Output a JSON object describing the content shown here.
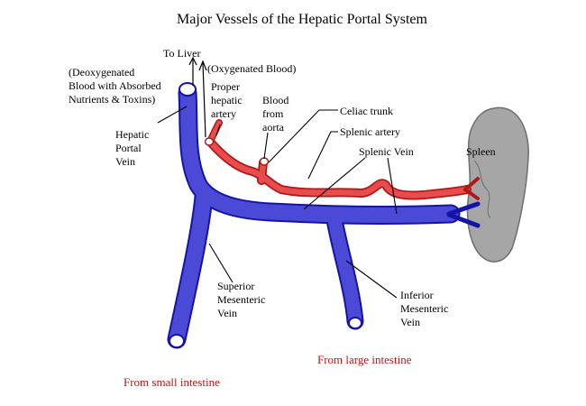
{
  "title": "Major Vessels of the Hepatic Portal System",
  "colors": {
    "vein": "#4a4ad6",
    "vein_dark": "#1414a8",
    "artery": "#e94c4c",
    "artery_dark": "#b01818",
    "spleen": "#a6a6a6",
    "spleen_dark": "#6e6e6e",
    "label_red": "#cc1111"
  },
  "labels": {
    "to_liver": "To Liver",
    "deoxygenated": [
      "(Deoxygenated",
      "Blood with Absorbed",
      "Nutrients & Toxins)"
    ],
    "oxygenated": "(Oxygenated Blood)",
    "proper_hepatic_artery": [
      "Proper",
      "hepatic",
      "artery"
    ],
    "blood_from_aorta": [
      "Blood",
      "from",
      "aorta"
    ],
    "celiac_trunk": "Celiac trunk",
    "splenic_artery": "Splenic artery",
    "splenic_vein": "Splenic Vein",
    "spleen": "Spleen",
    "hepatic_portal_vein": [
      "Hepatic",
      "Portal",
      "Vein"
    ],
    "superior_mesenteric_vein": [
      "Superior",
      "Mesenteric",
      "Vein"
    ],
    "inferior_mesenteric_vein": [
      "Inferior",
      "Mesenteric",
      "Vein"
    ],
    "from_small_intestine": "From small intestine",
    "from_large_intestine": "From large intestine"
  }
}
